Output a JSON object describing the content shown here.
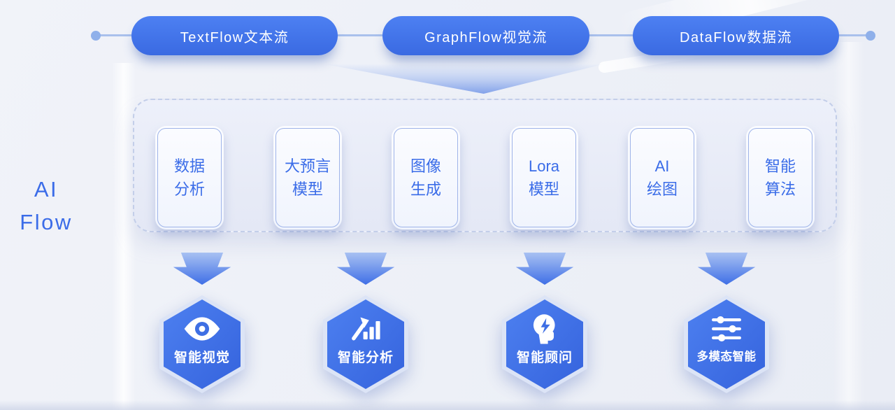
{
  "diagram": {
    "title": {
      "line1": "AI",
      "line2": "Flow"
    },
    "flows": [
      {
        "label": "TextFlow文本流"
      },
      {
        "label": "GraphFlow视觉流"
      },
      {
        "label": "DataFlow数据流"
      }
    ],
    "modules": [
      {
        "line1": "数据",
        "line2": "分析"
      },
      {
        "line1": "大预言",
        "line2": "模型"
      },
      {
        "line1": "图像",
        "line2": "生成"
      },
      {
        "line1": "Lora",
        "line2": "模型"
      },
      {
        "line1": "AI",
        "line2": "绘图"
      },
      {
        "line1": "智能",
        "line2": "算法"
      }
    ],
    "outputs": [
      {
        "icon": "eye-icon",
        "label": "智能视觉"
      },
      {
        "icon": "growth-chart-icon",
        "label": "智能分析"
      },
      {
        "icon": "head-lightning-icon",
        "label": "智能顾问"
      },
      {
        "icon": "sliders-icon",
        "label": "多模态智能"
      }
    ],
    "colors": {
      "primary_blue": "#3e6fe4",
      "text_blue": "#3a6ce8",
      "connector_blue": "#a9c0ec",
      "background": "#eef0f7"
    }
  }
}
